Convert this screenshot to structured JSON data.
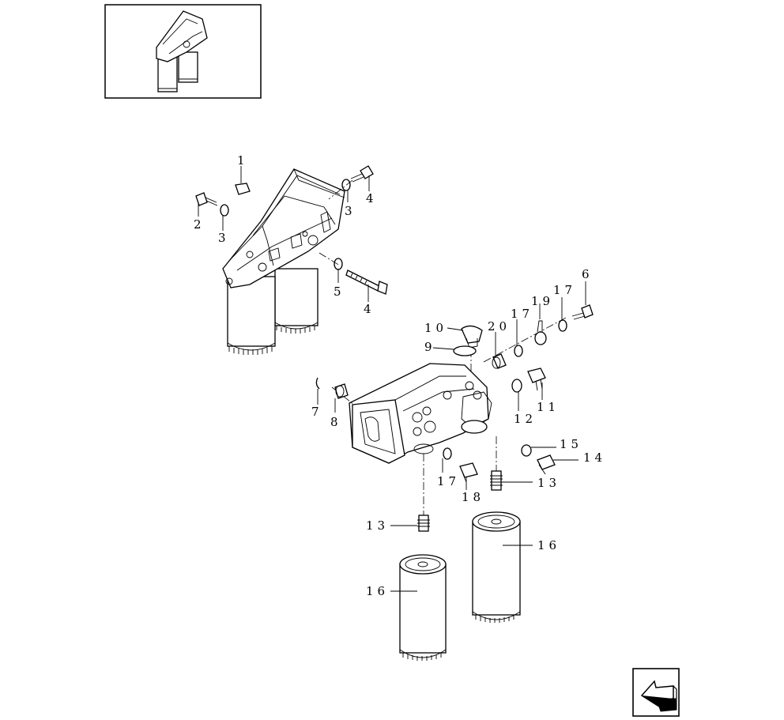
{
  "callouts": {
    "c1": "1",
    "c2": "2",
    "c3a": "3",
    "c3b": "3",
    "c4a": "4",
    "c4b": "4",
    "c5": "5",
    "c6": "6",
    "c7": "7",
    "c8": "8",
    "c9": "9",
    "c10": "10",
    "c11": "11",
    "c12": "12",
    "c13a": "13",
    "c13b": "13",
    "c14": "14",
    "c15": "15",
    "c16a": "16",
    "c16b": "16",
    "c17a": "17",
    "c17b": "17",
    "c17c": "17",
    "c18": "18",
    "c19": "19",
    "c20": "20"
  },
  "icons": {
    "nav": "arrow-back-icon",
    "thumbnail": "assembly-thumbnail"
  }
}
